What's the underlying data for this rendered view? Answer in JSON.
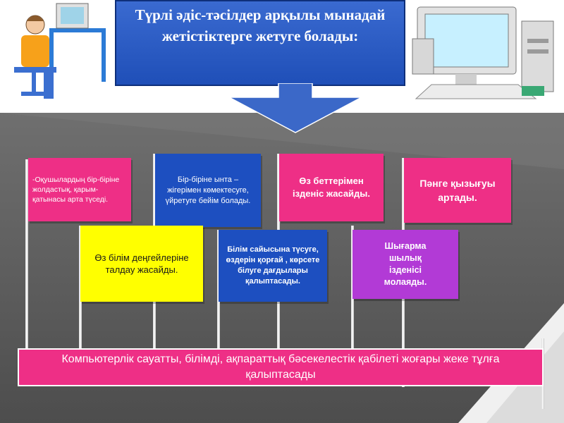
{
  "title": "Түрлі әдіс-тәсілдер арқылы мынадай жетістіктерге жетуге болады:",
  "flags": {
    "f1": "-Оқушылардың бір-біріне жолдастық, қарым-қатынасы арта түседі.",
    "f2": "Бір-біріне ынта – жігерімен көмектесуге, үйретуге бейім болады.",
    "f3": "Өз беттерімен ізденіс жасайды.",
    "f4": "Пәнге қызығуы артады.",
    "f5": "Өз білім деңгейлеріне талдау жасайды.",
    "f6": "Білім сайысына түсуге, өздерін қорғай , көрсете білуге дағдылары қалыптасады.",
    "f7": "Шығарма шылық ізденісі молаяды."
  },
  "conclusion": "Компьютерлік сауатты, білімді, ақпараттық бәсекелестік қабілеті жоғары жеке тұлға қалыптасады",
  "colors": {
    "title_bg": "#2a5cc4",
    "magenta": "#ee2f86",
    "blue": "#1d4fc0",
    "yellow": "#ffff00",
    "purple": "#b23ad6",
    "gray": "#5b5b5b"
  }
}
